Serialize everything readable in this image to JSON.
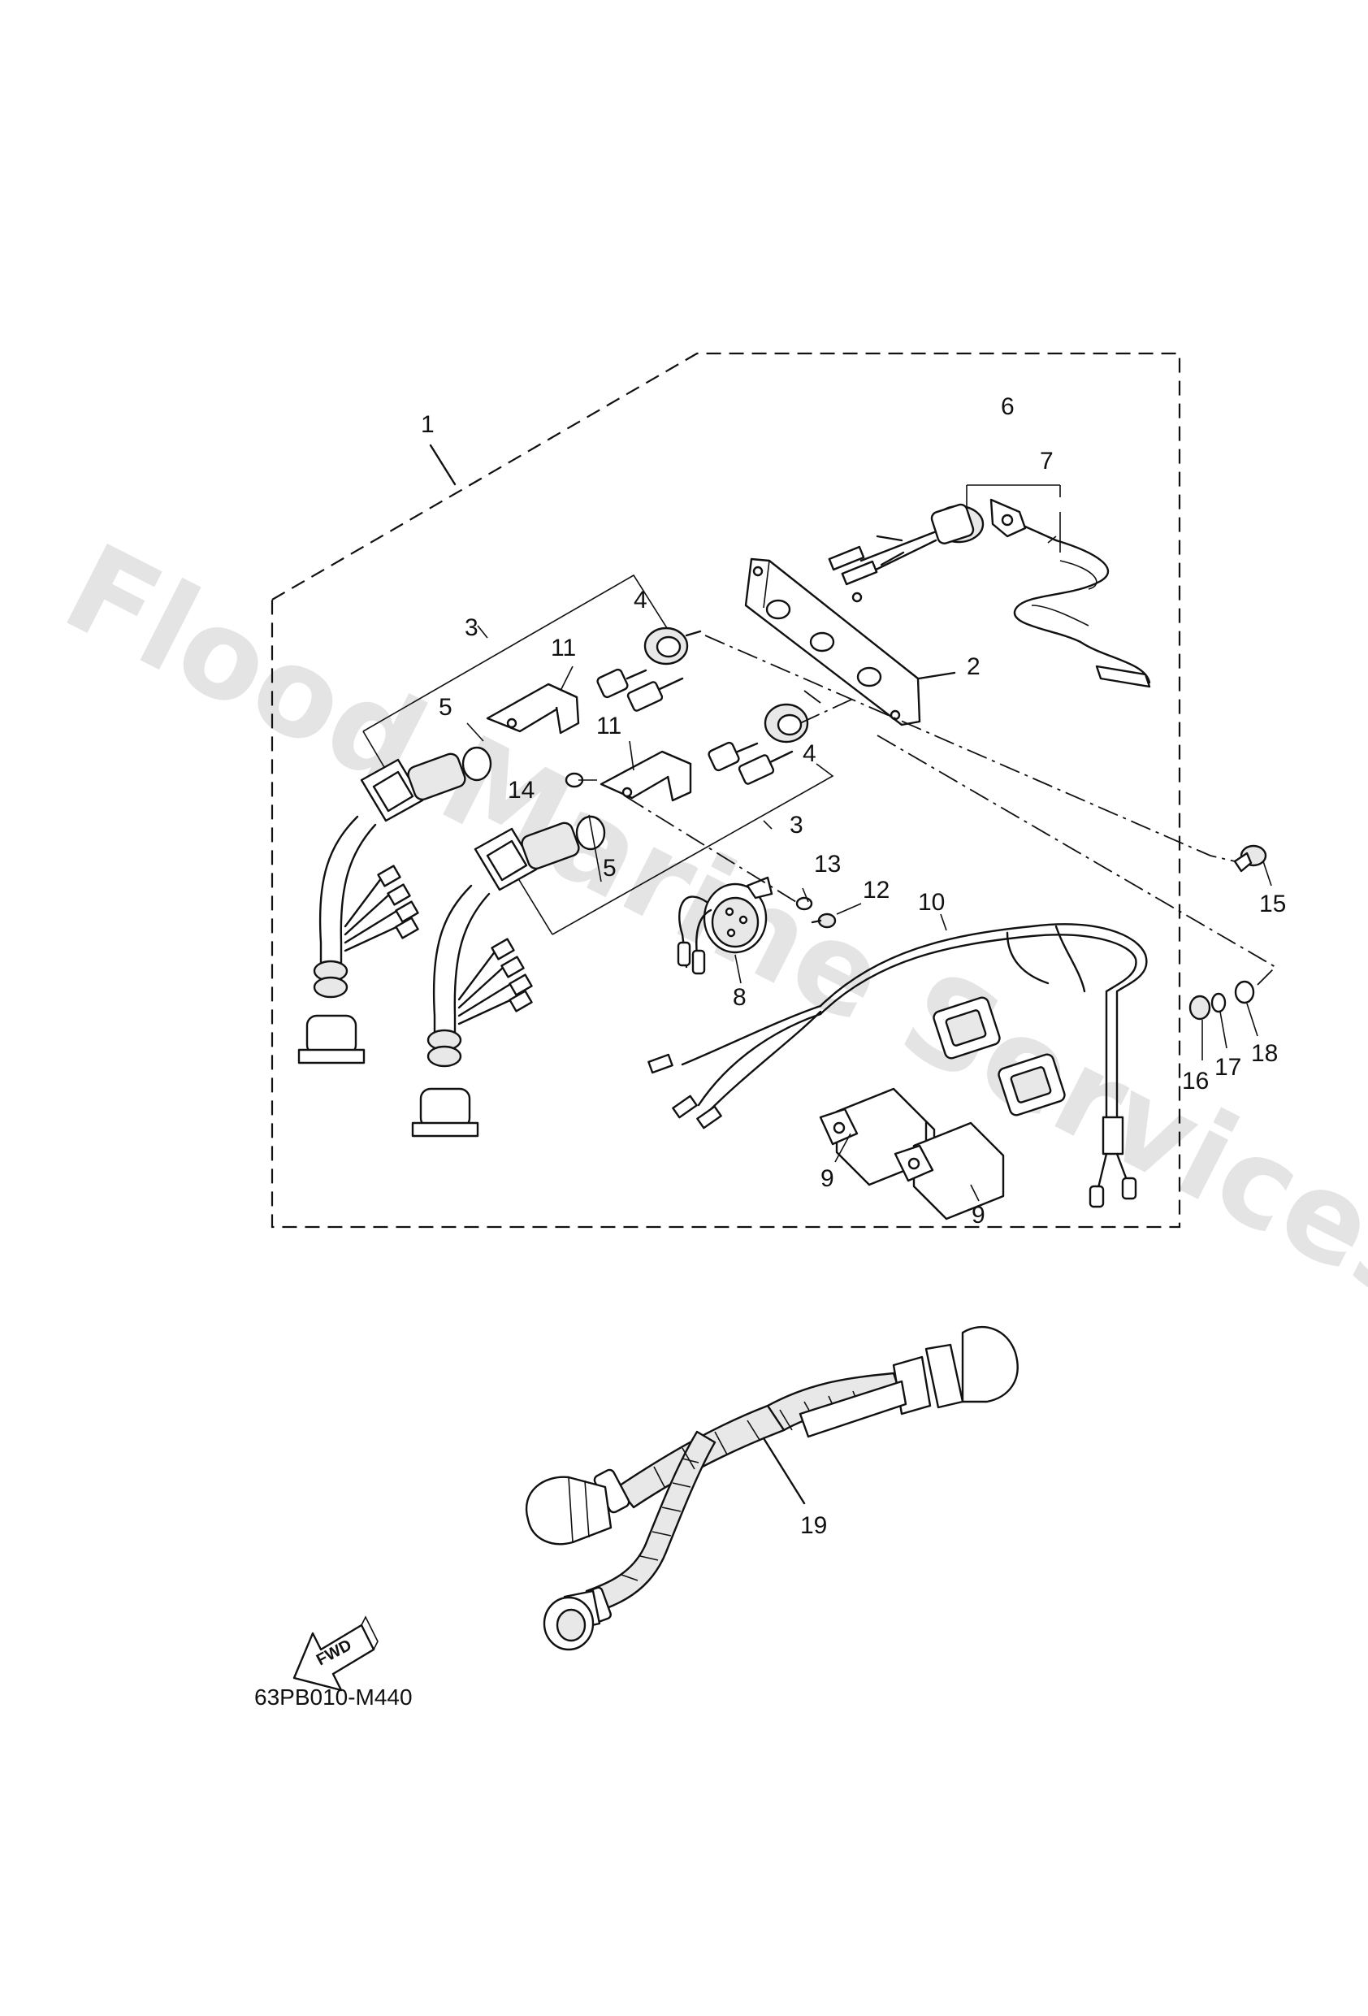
{
  "diagram": {
    "callouts": [
      "1",
      "2",
      "3",
      "4",
      "5",
      "6",
      "7",
      "8",
      "9",
      "10",
      "11",
      "12",
      "13",
      "14",
      "15",
      "16",
      "17",
      "18",
      "19"
    ],
    "drawing_code": "63PB010-M440",
    "fwd_label": "FWD",
    "watermark": "Flood Marine Services"
  }
}
